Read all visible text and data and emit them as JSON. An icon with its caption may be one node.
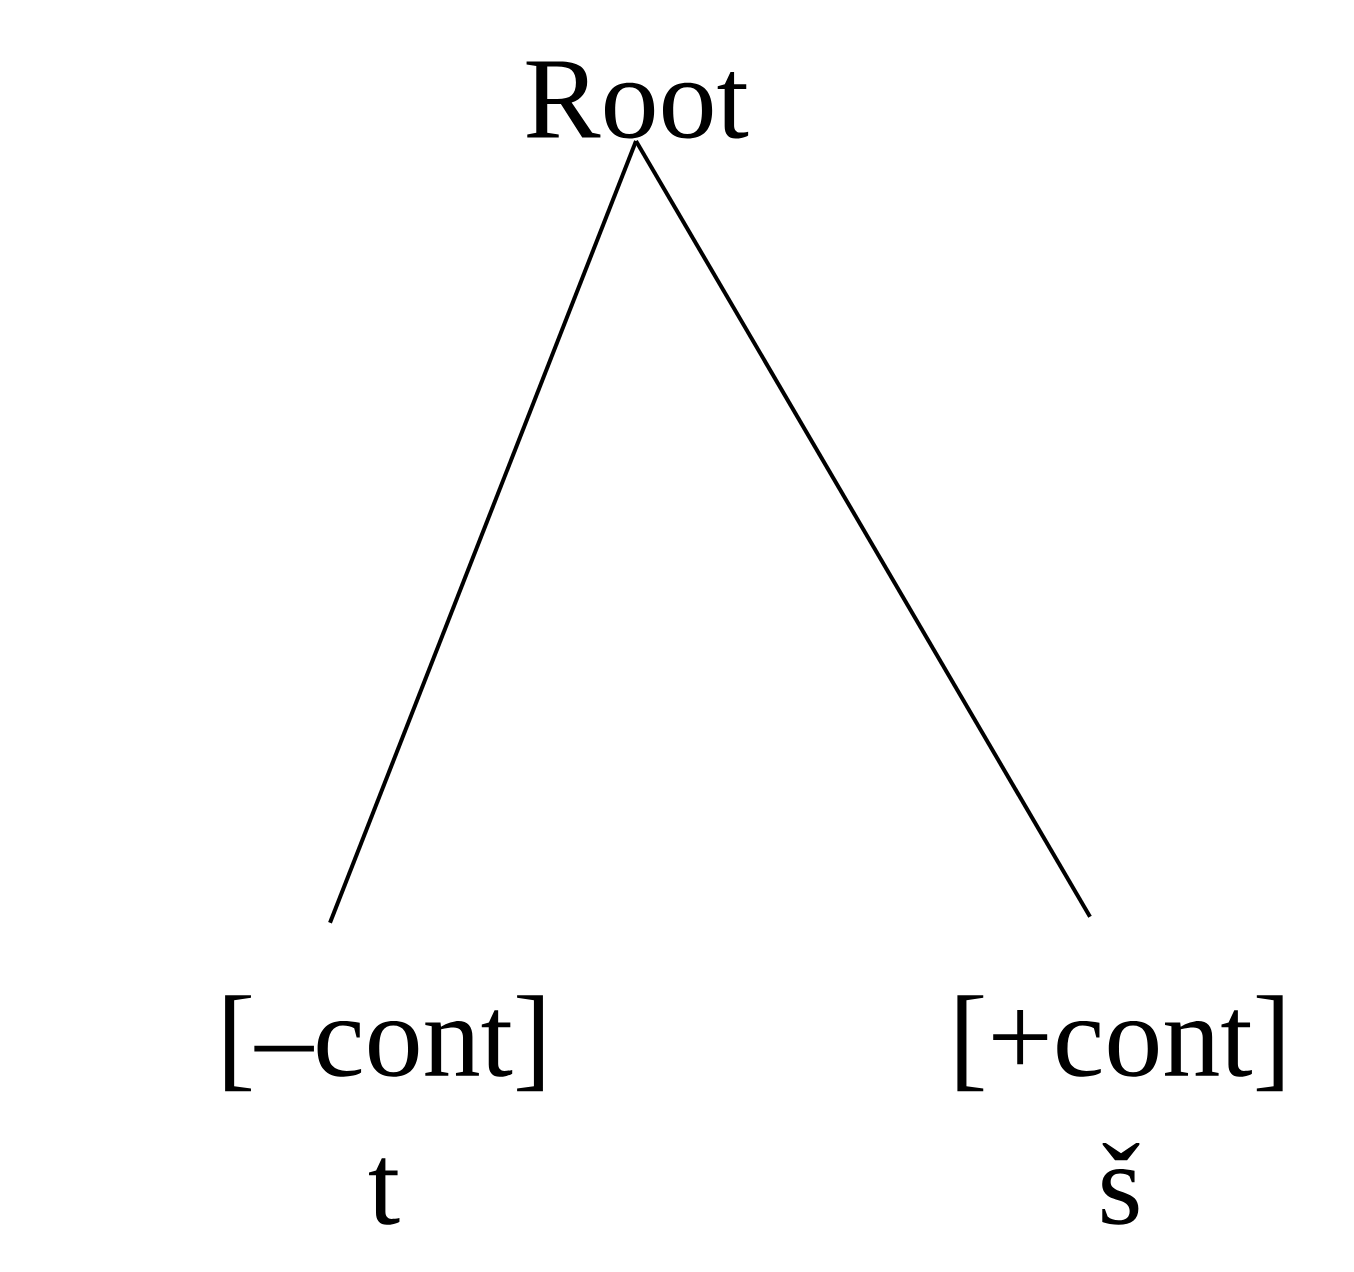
{
  "diagram": {
    "nodes": [
      {
        "text": [
          "Root"
        ]
      },
      {
        "text": [
          "[–cont]",
          "t"
        ]
      },
      {
        "text": [
          "[+cont]",
          "š"
        ]
      }
    ],
    "edges": [
      {
        "from": 0,
        "to": 1,
        "arrow": "none"
      },
      {
        "from": 0,
        "to": 2,
        "arrow": "none"
      }
    ]
  }
}
